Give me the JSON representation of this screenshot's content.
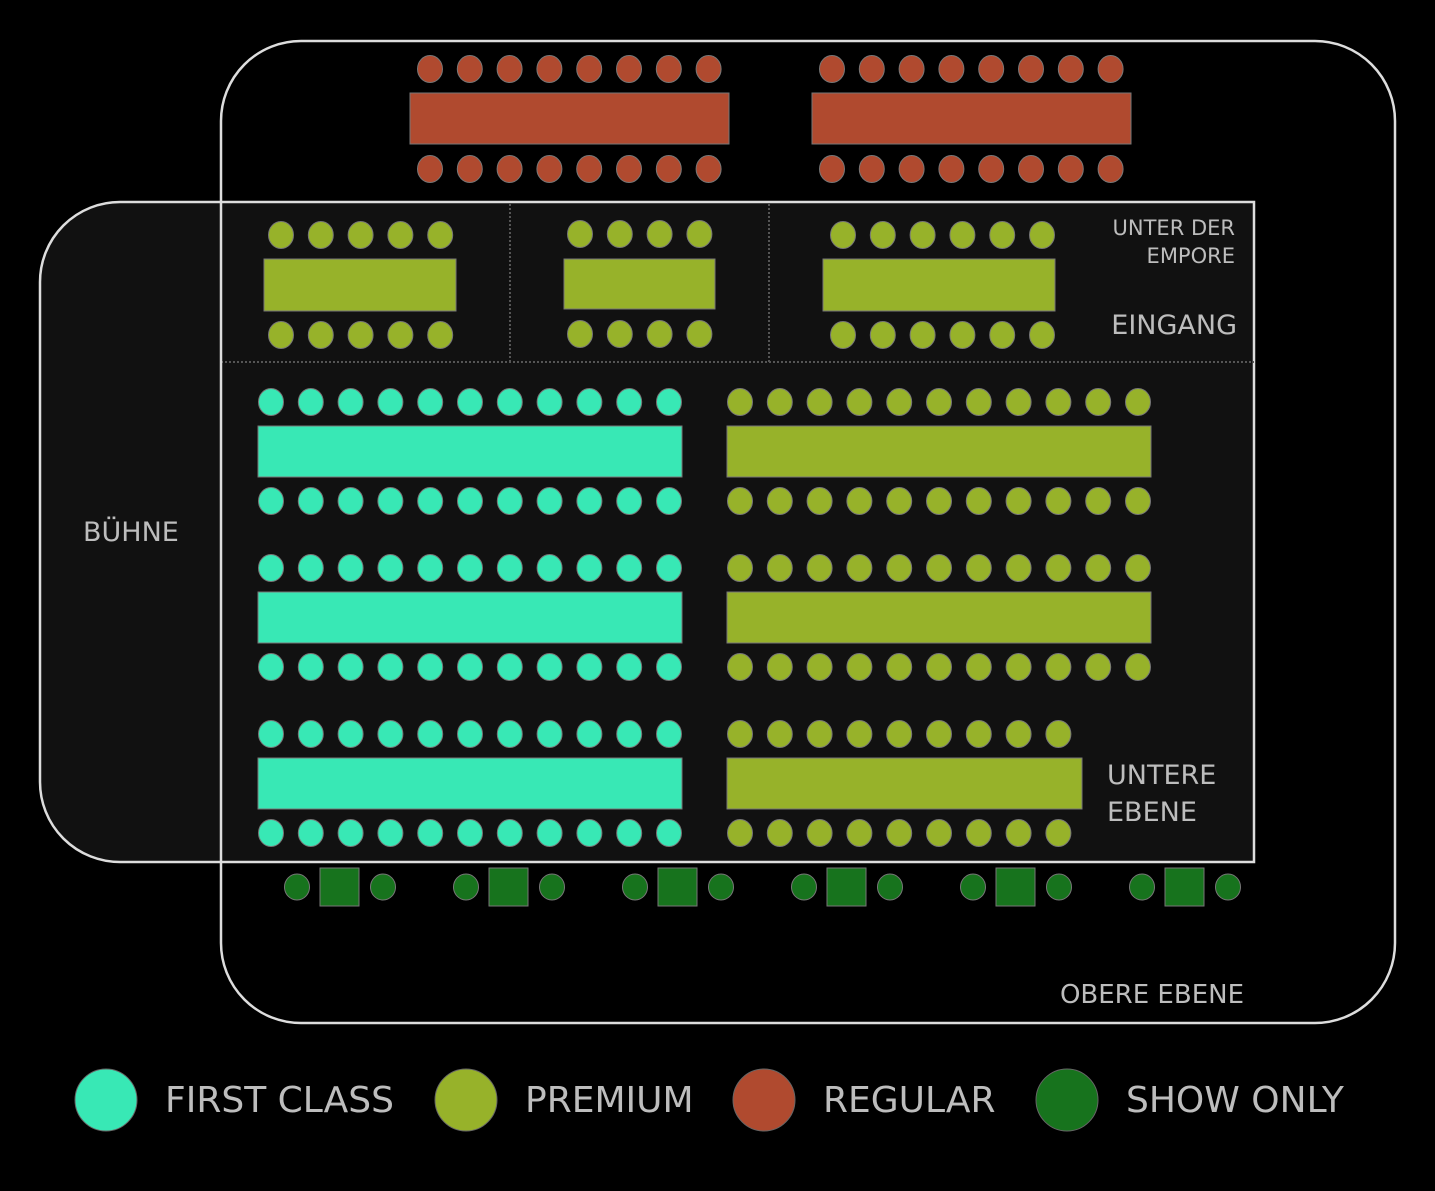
{
  "colors": {
    "first_class": "#38e8b5",
    "premium": "#97b22a",
    "regular": "#b04a2f",
    "show_only": "#17731d"
  },
  "labels": {
    "stage": "BÜHNE",
    "under_gallery_line1": "UNTER DER",
    "under_gallery_line2": "EMPORE",
    "entrance": "EINGANG",
    "lower_level_line1": "UNTERE",
    "lower_level_line2": "EBENE",
    "upper_level": "OBERE EBENE"
  },
  "legend": [
    {
      "category": "first_class",
      "label": "FIRST CLASS"
    },
    {
      "category": "premium",
      "label": "PREMIUM"
    },
    {
      "category": "regular",
      "label": "REGULAR"
    },
    {
      "category": "show_only",
      "label": "SHOW ONLY"
    }
  ],
  "tables": [
    {
      "id": "regular-1",
      "category": "regular",
      "seats_per_side": 8
    },
    {
      "id": "regular-2",
      "category": "regular",
      "seats_per_side": 8
    },
    {
      "id": "gallery-1",
      "category": "premium",
      "seats_per_side": 5
    },
    {
      "id": "gallery-2",
      "category": "premium",
      "seats_per_side": 4
    },
    {
      "id": "gallery-3",
      "category": "premium",
      "seats_per_side": 6
    },
    {
      "id": "first-1",
      "category": "first_class",
      "seats_per_side": 11
    },
    {
      "id": "first-2",
      "category": "first_class",
      "seats_per_side": 11
    },
    {
      "id": "first-3",
      "category": "first_class",
      "seats_per_side": 11
    },
    {
      "id": "premium-1",
      "category": "premium",
      "seats_per_side": 11
    },
    {
      "id": "premium-2",
      "category": "premium",
      "seats_per_side": 11
    },
    {
      "id": "premium-3",
      "category": "premium",
      "seats_per_side": 9
    }
  ],
  "show_only_tables": {
    "count": 6,
    "seats_per_table": 2
  }
}
